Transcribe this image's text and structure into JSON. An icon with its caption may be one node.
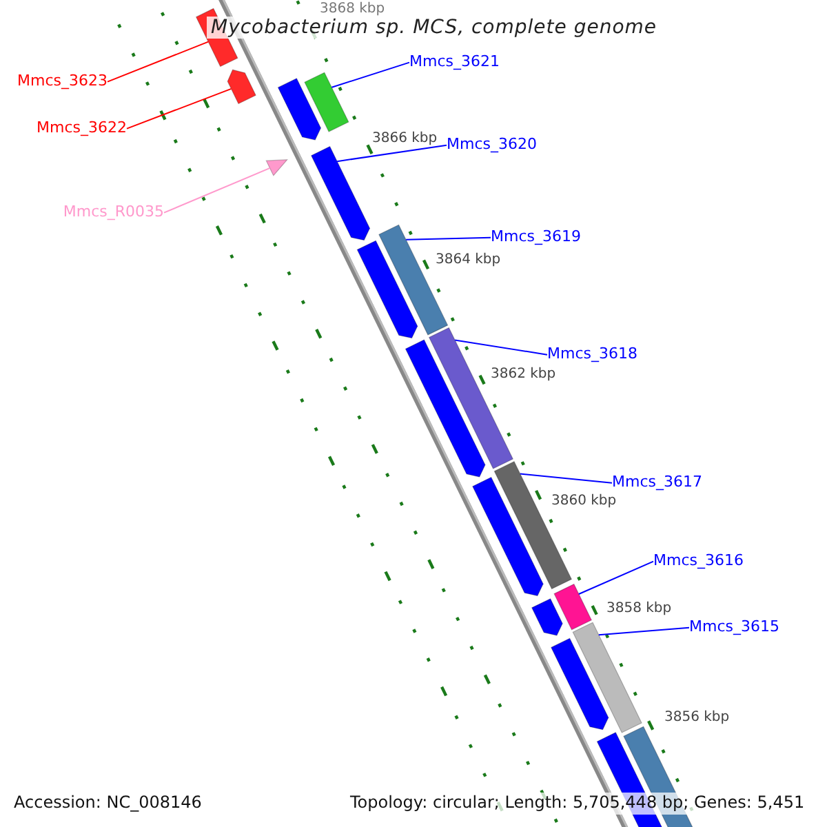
{
  "diagram": {
    "title": "Mycobacterium sp. MCS, complete genome",
    "nodes": [
      {
        "text": [
          "Mmcs_3621"
        ]
      },
      {
        "text": [
          "Mmcs_3623"
        ]
      },
      {
        "text": [
          "Mmcs_3622"
        ]
      },
      {
        "text": [
          "Mmcs_3620"
        ]
      },
      {
        "text": [
          "Mmcs_R0035"
        ]
      },
      {
        "text": [
          "Mmcs_3619"
        ]
      },
      {
        "text": [
          "Mmcs_3618"
        ]
      },
      {
        "text": [
          "Mmcs_3617"
        ]
      },
      {
        "text": [
          "Mmcs_3616"
        ]
      },
      {
        "text": [
          "Mmcs_3615"
        ]
      },
      {
        "text": [],
        "shape": "bar"
      },
      {
        "text": [],
        "shape": "bar"
      },
      {
        "text": [],
        "shape": "bar"
      },
      {
        "text": [],
        "shape": "triangle"
      },
      {
        "text": [],
        "shape": "bar"
      },
      {
        "text": [],
        "shape": "bar"
      },
      {
        "text": [],
        "shape": "bar"
      },
      {
        "text": [],
        "shape": "bar"
      },
      {
        "text": [],
        "shape": "bar"
      },
      {
        "text": [],
        "shape": "bar"
      }
    ],
    "edges": [
      {
        "from": 0,
        "to": 12,
        "arrow": "none"
      },
      {
        "from": 1,
        "to": 10,
        "arrow": "none",
        "color": "#ff0000"
      },
      {
        "from": 2,
        "to": 11,
        "arrow": "none",
        "color": "#ff0000"
      },
      {
        "from": 3,
        "to": 14,
        "arrow": "none"
      },
      {
        "from": 4,
        "to": 13,
        "arrow": "none",
        "color": "#ff99cc"
      },
      {
        "from": 5,
        "to": 15,
        "arrow": "none"
      },
      {
        "from": 6,
        "to": 16,
        "arrow": "none"
      },
      {
        "from": 7,
        "to": 17,
        "arrow": "none"
      },
      {
        "from": 8,
        "to": 18,
        "arrow": "none"
      },
      {
        "from": 9,
        "to": 19,
        "arrow": "none"
      }
    ],
    "labels": [
      "3868 kbp",
      "3866 kbp",
      "3864 kbp",
      "3862 kbp",
      "3860 kbp",
      "3858 kbp",
      "3856 kbp",
      "Accession: NC_008146",
      "Topology: circular; Length: 5,705,448 bp; Genes: 5,451"
    ]
  }
}
